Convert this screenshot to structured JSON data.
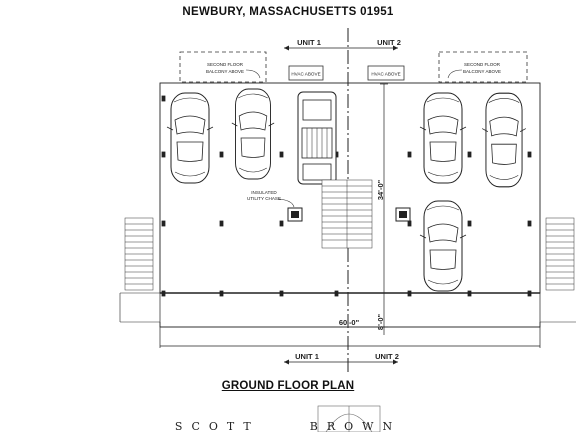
{
  "header": {
    "title": "NEWBURY, MASSACHUSETTS 01951"
  },
  "plan": {
    "caption": "GROUND FLOOR PLAN",
    "unit_labels_top": [
      "UNIT 1",
      "UNIT 2"
    ],
    "unit_labels_bottom": [
      "UNIT 1",
      "UNIT 2"
    ],
    "balcony_note_left": [
      "SECOND FLOOR",
      "BALCONY ABOVE"
    ],
    "balcony_note_right": [
      "SECOND FLOOR",
      "BALCONY ABOVE"
    ],
    "hvac_left": "HVAC ABOVE",
    "hvac_right": "HVAC ABOVE",
    "chase_note": [
      "INSULATED",
      "UTILITY CHASE"
    ],
    "dim_depth": "34'-0\"",
    "dim_porch": "8'-0\"",
    "dim_width": "60'-0\""
  },
  "footer": {
    "brand_left": "SCOTT",
    "brand_right": "BROWN"
  }
}
